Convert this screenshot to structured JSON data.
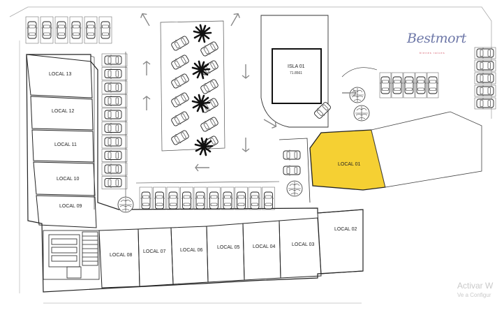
{
  "brand": {
    "name": "Bestmort",
    "tagline": "bienes raices"
  },
  "watermark": {
    "line1": "Activar W",
    "line2": "Ve a Configur"
  },
  "units": {
    "local_13": "LOCAL 13",
    "local_12": "LOCAL 12",
    "local_11": "LOCAL 11",
    "local_10": "LOCAL 10",
    "local_09": "LOCAL 09",
    "local_08": "LOCAL 08",
    "local_07": "LOCAL 07",
    "local_06": "LOCAL 06",
    "local_05": "LOCAL 05",
    "local_04": "LOCAL 04",
    "local_03": "LOCAL 03",
    "local_02": "LOCAL 02",
    "local_01": "LOCAL 01",
    "isla_01": "ISLA 01",
    "isla_01_area": "71.8561"
  },
  "highlight_color": "#f5d033",
  "icons": [
    "car-icon",
    "palm-tree-icon",
    "round-tree-icon",
    "flow-arrow-icon",
    "stair-icon"
  ]
}
